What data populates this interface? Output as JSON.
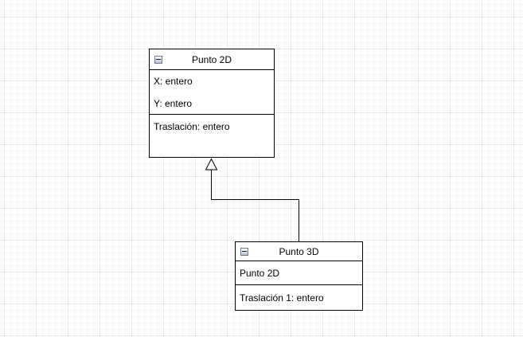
{
  "canvas": {
    "background": "#ffffff",
    "grid_minor_color": "#f5f5f5",
    "grid_major_color": "#e6e6e6"
  },
  "diagram": {
    "shape_style": {
      "fill": "#ffffff",
      "stroke": "#000000",
      "text_color": "#000000"
    },
    "classes": [
      {
        "title": "Punto 2D",
        "icon": "collapse-minus-icon",
        "attributes": [
          "X: entero",
          "Y: entero"
        ],
        "methods": [
          "Traslación: entero"
        ]
      },
      {
        "title": "Punto 3D",
        "icon": "collapse-minus-icon",
        "attributes": [
          "Punto 2D"
        ],
        "methods": [
          "Traslación 1: entero"
        ]
      }
    ],
    "connectors": [
      {
        "type": "inheritance",
        "from": "Punto 3D",
        "to": "Punto 2D",
        "arrow_style": "hollow-triangle",
        "stroke_color": "#000000"
      }
    ]
  }
}
